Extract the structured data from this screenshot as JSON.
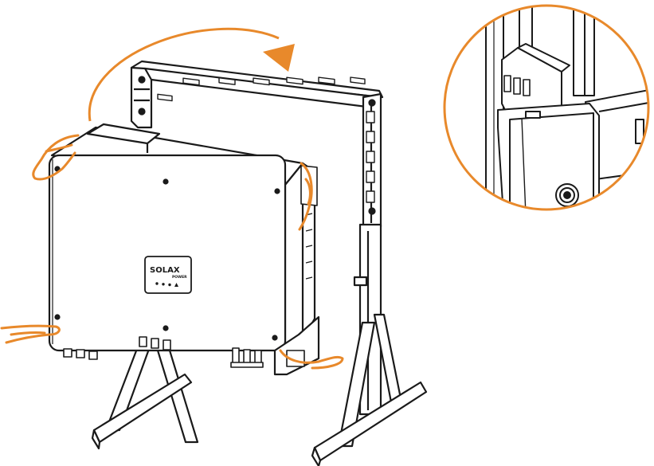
{
  "logo": {
    "brand": "SOLAX",
    "sub": "POWER"
  },
  "colors": {
    "line": "#1a1a1a",
    "accent": "#e8892b",
    "fill": "#ffffff",
    "shade": "#eeeeee"
  },
  "icons": {
    "lift_arrow": "curved-arrow-icon",
    "hands": "hand-icon",
    "zoom": "magnify-detail-circle"
  },
  "indicator_leds": 4
}
